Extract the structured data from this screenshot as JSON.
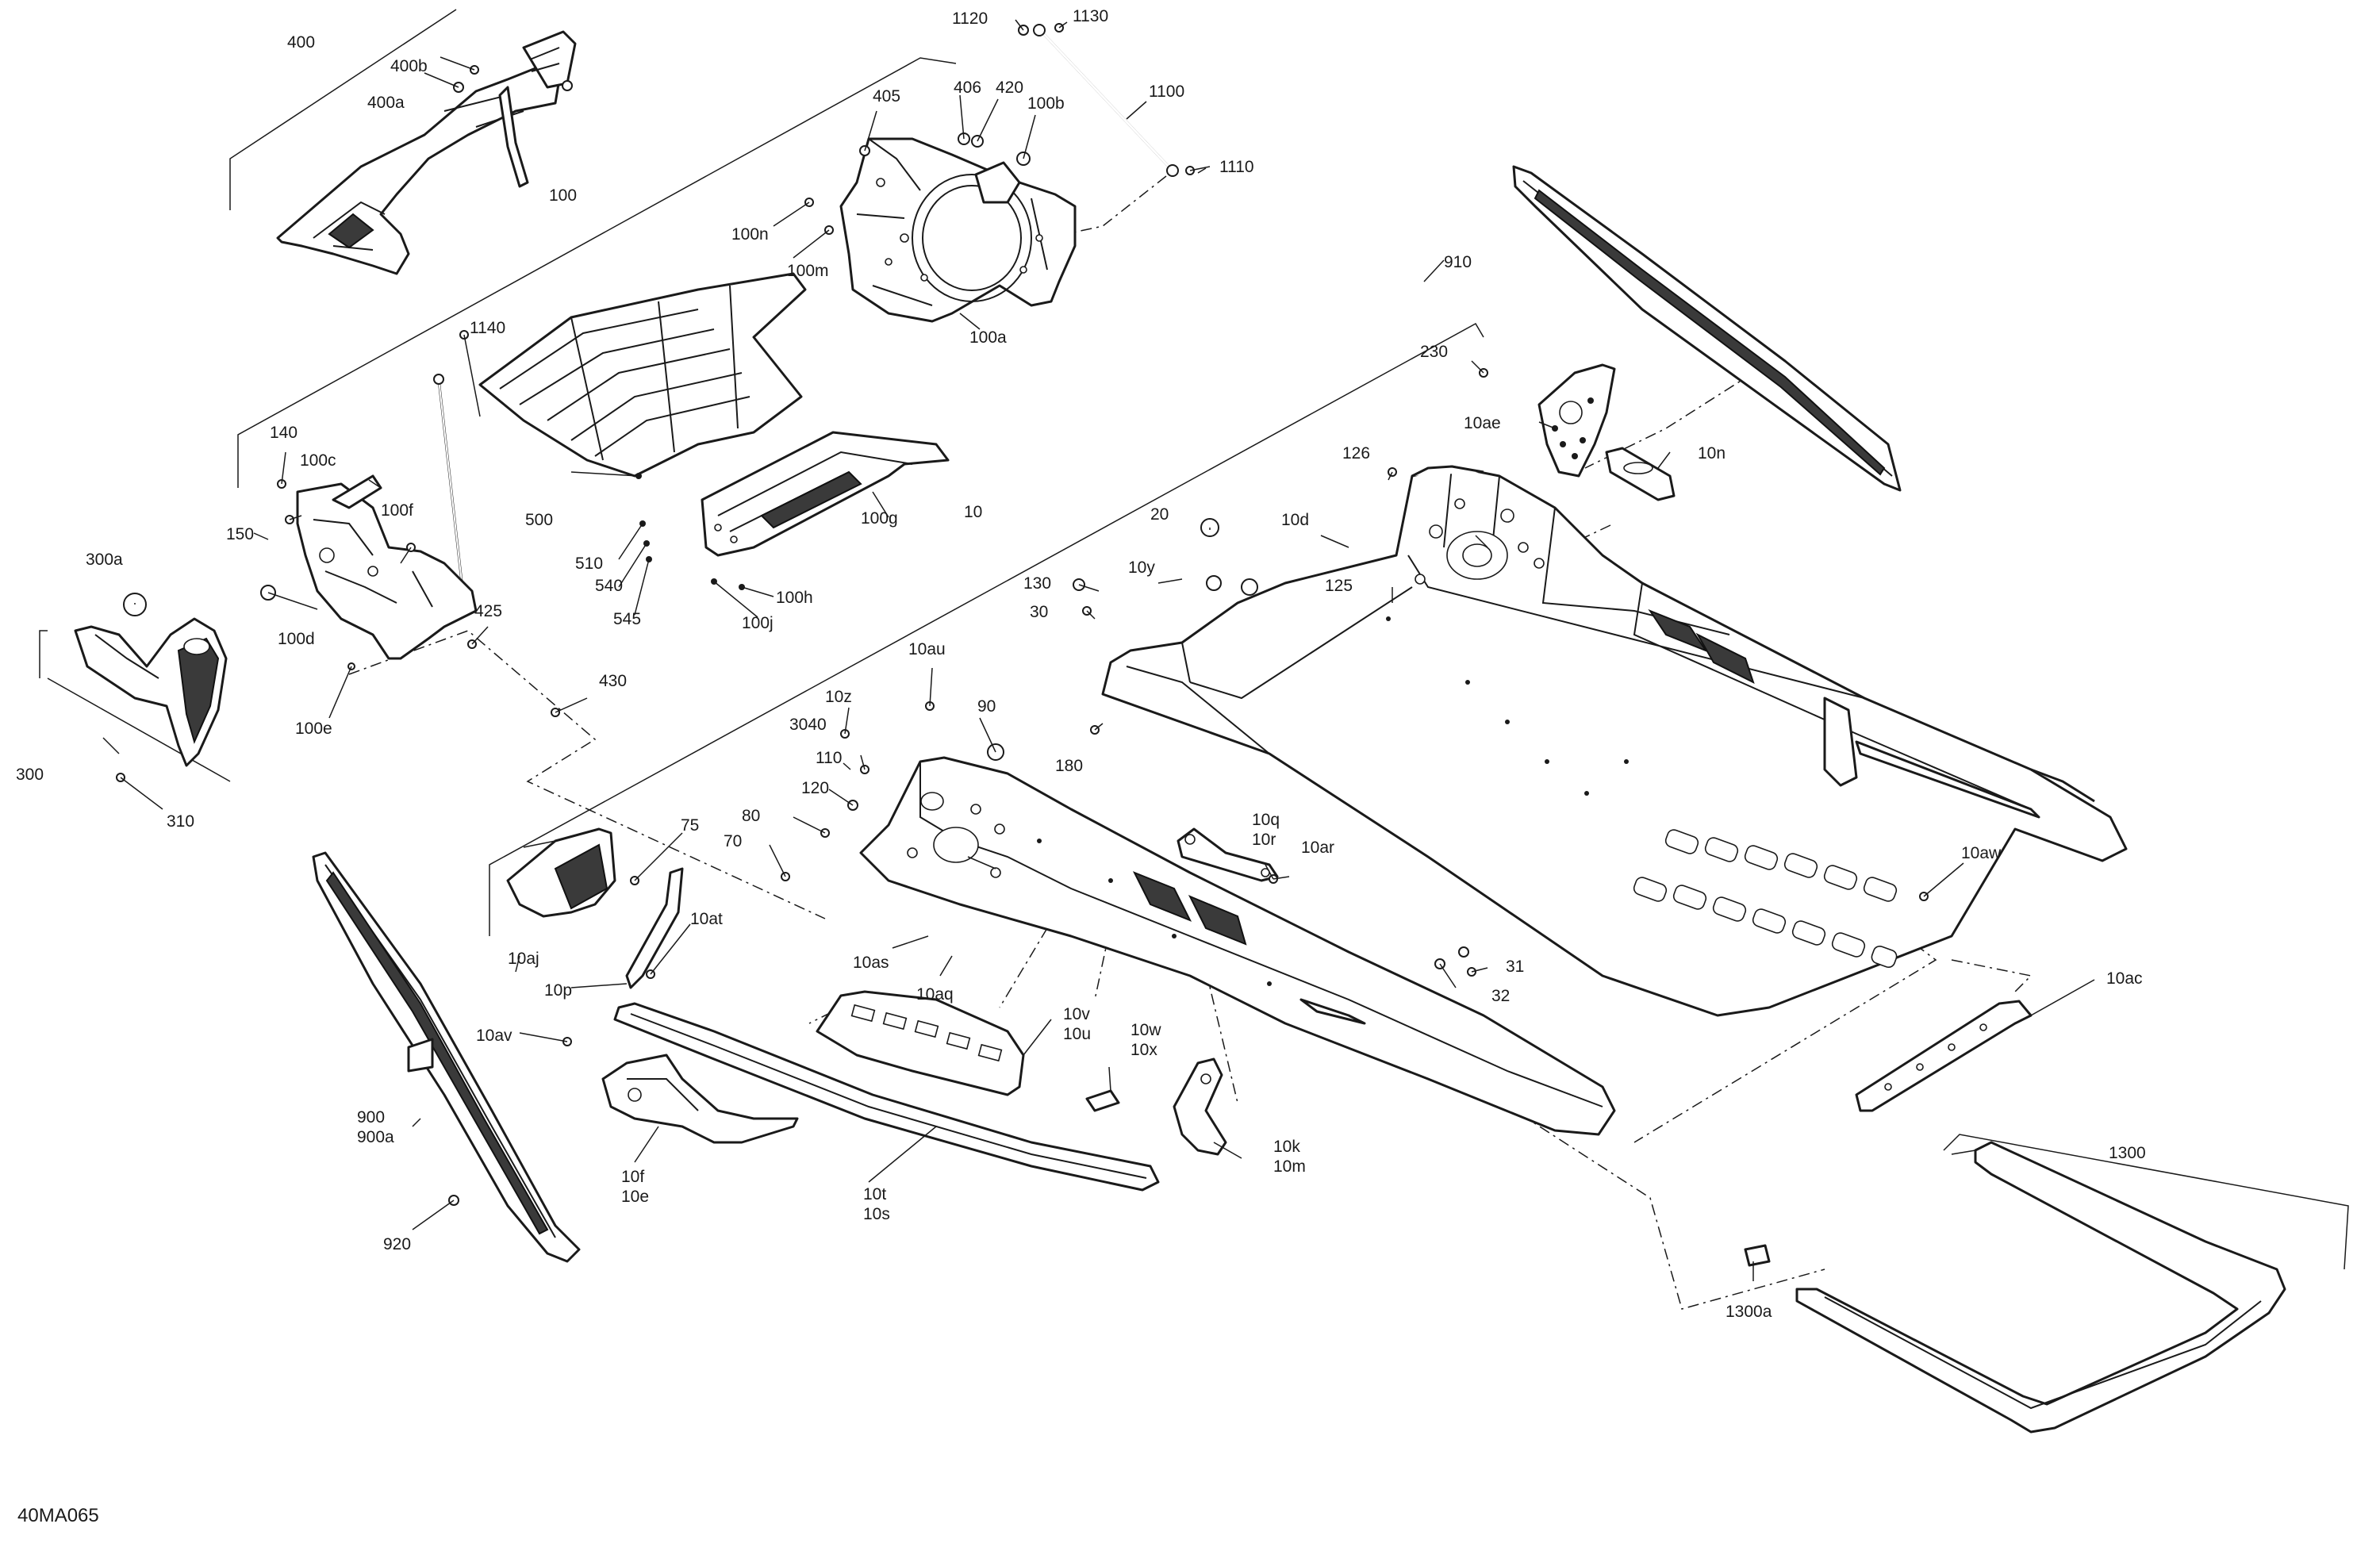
{
  "drawing_code": "40MA065",
  "callouts": {
    "c400": "400",
    "c400b": "400b",
    "c400a": "400a",
    "c1120": "1120",
    "c1130": "1130",
    "c1100": "1100",
    "c1110": "1110",
    "c405": "405",
    "c406": "406",
    "c420": "420",
    "c100b": "100b",
    "c100": "100",
    "c100n": "100n",
    "c100m": "100m",
    "c100a": "100a",
    "c910": "910",
    "c1140": "1140",
    "c230": "230",
    "c10ae": "10ae",
    "c10n": "10n",
    "c140": "140",
    "c100c": "100c",
    "c150": "150",
    "c100f": "100f",
    "c500": "500",
    "c510": "510",
    "c540": "540",
    "c545": "545",
    "c100g": "100g",
    "c100h": "100h",
    "c100j": "100j",
    "c10": "10",
    "c126": "126",
    "c10d": "10d",
    "c125": "125",
    "c300a": "300a",
    "c100d": "100d",
    "c425": "425",
    "c430": "430",
    "c100e": "100e",
    "c300": "300",
    "c310": "310",
    "c20": "20",
    "c130": "130",
    "c10y": "10y",
    "c30": "30",
    "c180": "180",
    "c10au": "10au",
    "c90": "90",
    "c10z": "10z",
    "c3040": "3040",
    "c110": "110",
    "c120": "120",
    "c80": "80",
    "c70": "70",
    "c75": "75",
    "c10aj": "10aj",
    "c10at": "10at",
    "c10p": "10p",
    "c10q": "10q",
    "c10r": "10r",
    "c10ar": "10ar",
    "c10aw": "10aw",
    "c10as": "10as",
    "c10aq": "10aq",
    "c31": "31",
    "c32": "32",
    "c10ac": "10ac",
    "c10av": "10av",
    "c10v": "10v",
    "c10u": "10u",
    "c10w": "10w",
    "c10x": "10x",
    "c900": "900",
    "c900a": "900a",
    "c10k": "10k",
    "c10m": "10m",
    "c10f": "10f",
    "c10e": "10e",
    "c10t": "10t",
    "c10s": "10s",
    "c920": "920",
    "c1300": "1300",
    "c1300a": "1300a"
  }
}
